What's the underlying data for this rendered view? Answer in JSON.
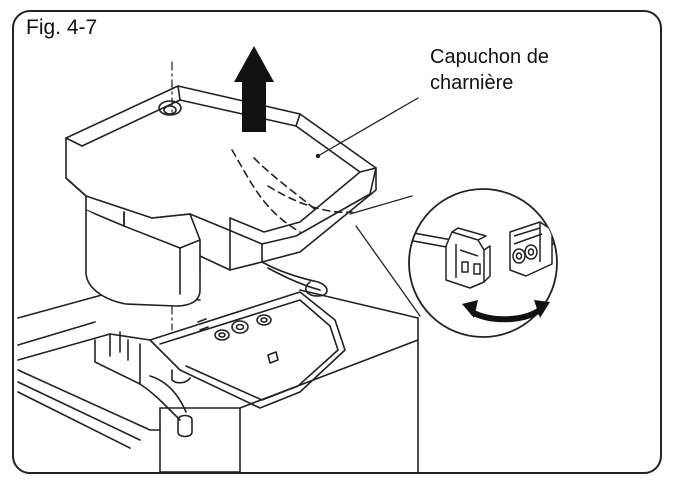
{
  "figure": {
    "label": "Fig. 4-7"
  },
  "callout": {
    "line1": "Capuchon de",
    "line2": "charnière"
  }
}
